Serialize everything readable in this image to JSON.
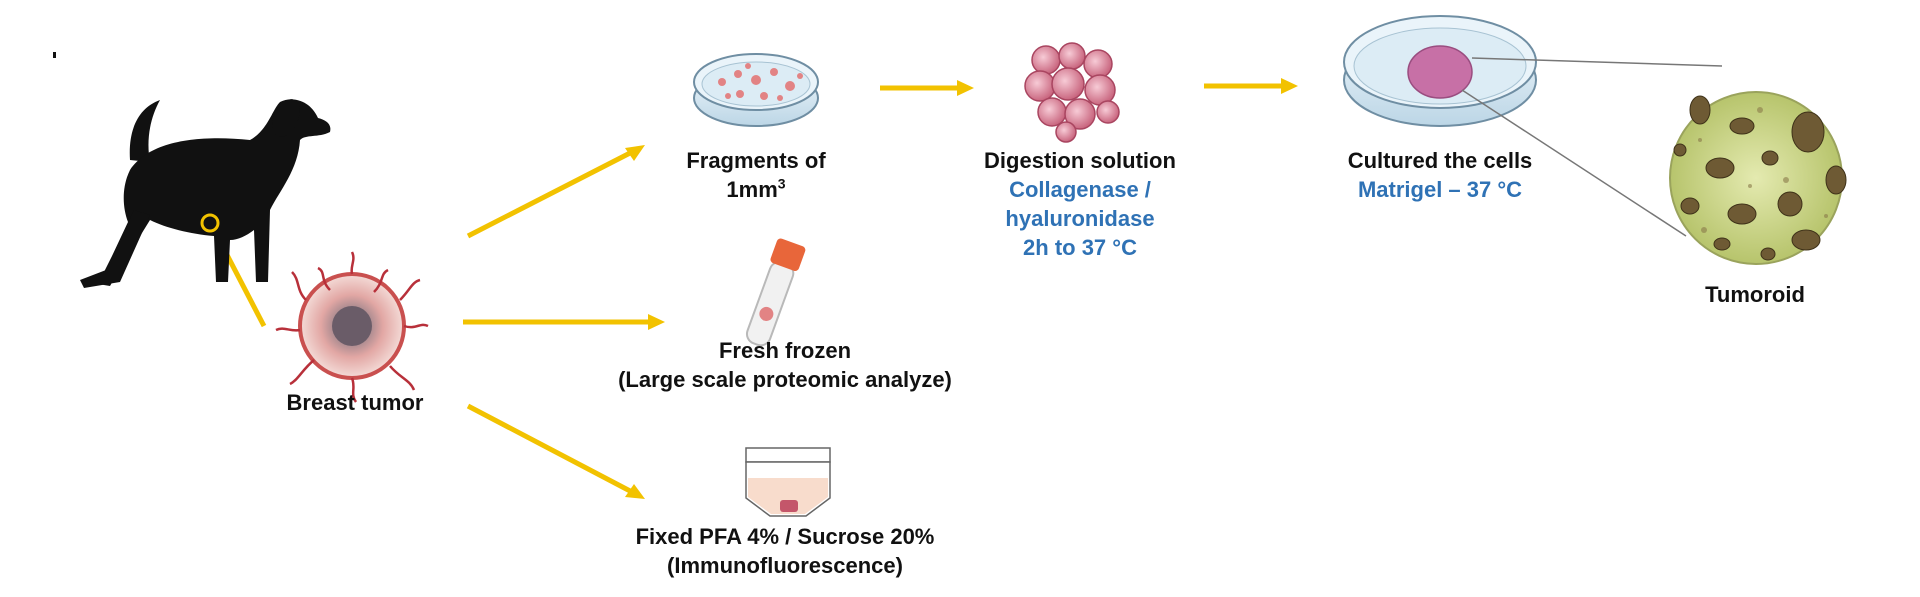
{
  "colors": {
    "arrow": "#f2c200",
    "accent_text": "#2f72b5",
    "dog": "#111111",
    "tumor": "#c9504f",
    "tissue": "#e89b9b",
    "matrigel": "#c770a6"
  },
  "icons": [
    "dog-icon",
    "breast-tumor-icon",
    "petri-dish-fragments-icon",
    "cell-cluster-icon",
    "cryotube-icon",
    "fixation-cassette-icon",
    "culture-dish-icon",
    "tumoroid-micrograph-icon"
  ],
  "labels": {
    "breast_tumor": "Breast tumor",
    "fragments_line1": "Fragments of",
    "fragments_line2_base": "1mm",
    "fragments_line2_sup": "3",
    "fresh_frozen_line1": "Fresh frozen",
    "fresh_frozen_line2": "(Large scale proteomic analyze)",
    "fixed_line1": "Fixed PFA 4% / Sucrose 20%",
    "fixed_line2": "(Immunofluorescence)",
    "digestion_title": "Digestion solution",
    "digestion_line1": "Collagenase /",
    "digestion_line2": "hyaluronidase",
    "digestion_line3": "2h to 37 °C",
    "cultured_title": "Cultured the cells",
    "cultured_detail": "Matrigel – 37 °C",
    "tumoroid": "Tumoroid"
  }
}
